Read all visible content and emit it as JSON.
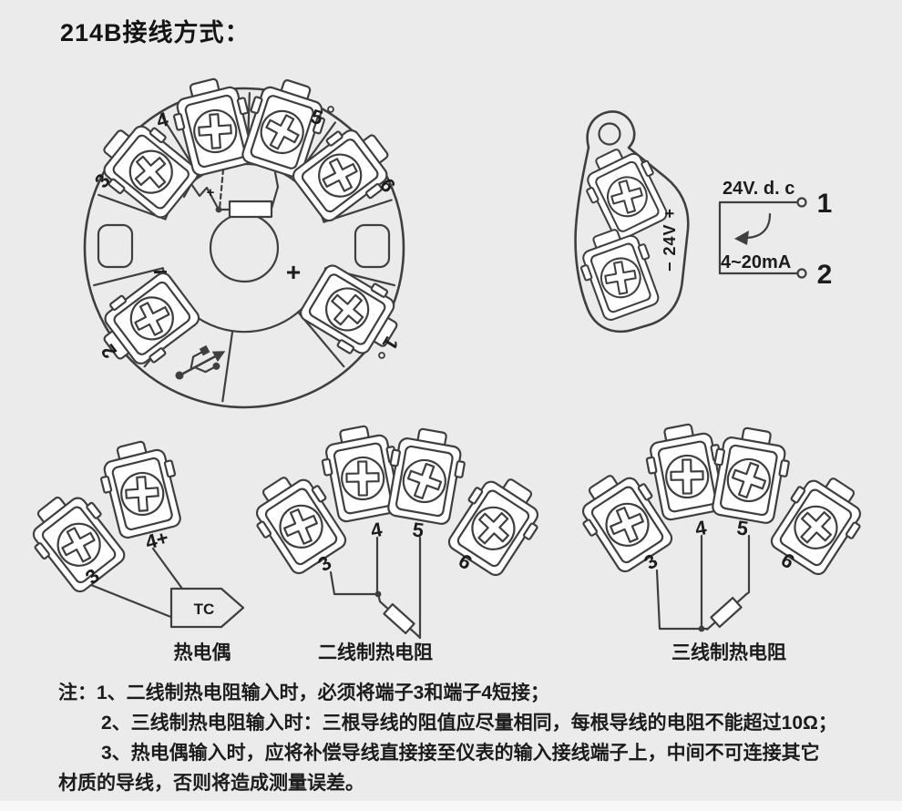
{
  "title": "214B接线方式：",
  "head": {
    "t3": "3",
    "t4": "4",
    "t5": "5",
    "t6": "6",
    "t1": "1",
    "t2": "2",
    "minus": "−",
    "plus": "+",
    "wire_plus": "+"
  },
  "power": {
    "polarity": "− 24V +",
    "supply": "24V. d. c",
    "t1": "1",
    "t2": "2",
    "current": "4~20mA"
  },
  "tc": {
    "t3": "3",
    "t4": "4+",
    "device": "TC",
    "caption": "热电偶"
  },
  "rtd2": {
    "t3": "3",
    "t4": "4",
    "t5": "5",
    "t6": "6",
    "caption": "二线制热电阻"
  },
  "rtd3": {
    "t3": "3",
    "t4": "4",
    "t5": "5",
    "t6": "6",
    "caption": "三线制热电阻"
  },
  "notes": {
    "line1": "注：1、二线制热电阻输入时，必须将端子3和端子4短接；",
    "line2": "2、三线制热电阻输入时：三根导线的阻值应尽量相同，每根导线的电阻不能超过10Ω；",
    "line3": "3、热电偶输入时，应将补偿导线直接接至仪表的输入接线端子上，中间不可连接其它",
    "line4": "材质的导线，否则将造成测量误差。"
  },
  "colors": {
    "background": "#ebebeb",
    "line": "#3f3f3f",
    "text": "#1c1c1c"
  }
}
